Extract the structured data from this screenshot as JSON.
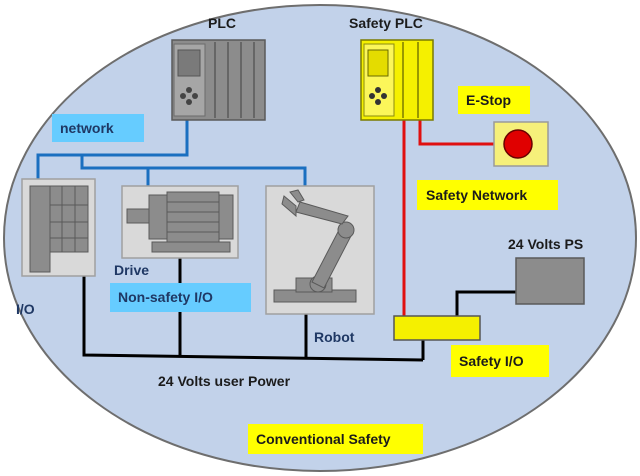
{
  "labels": {
    "plc": "PLC",
    "safety_plc": "Safety PLC",
    "network": "network",
    "e_stop": "E-Stop",
    "safety_network": "Safety Network",
    "volts_ps": "24 Volts PS",
    "drive": "Drive",
    "io": "I/O",
    "non_safety_io": "Non-safety I/O",
    "robot": "Robot",
    "safety_io": "Safety I/O",
    "user_power": "24 Volts user Power",
    "conventional_safety": "Conventional Safety"
  },
  "colors": {
    "ellipse_fill": "#c2d2ea",
    "ellipse_stroke": "#6e6e6e",
    "network_line": "#1a6fc0",
    "safety_line": "#e01010",
    "power_line": "#000000",
    "plc_gray": "#8c8c8c",
    "safety_yellow": "#f5f000",
    "label_yellow": "#ffff00",
    "label_blue": "#66ccff",
    "estop_red": "#e00000",
    "device_panel": "#d9d9d9"
  }
}
